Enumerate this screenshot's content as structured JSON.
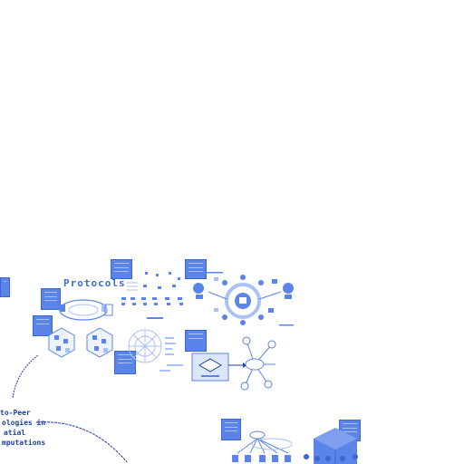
{
  "canvas": {
    "background": "#ffffff",
    "accent": "#5b84e8",
    "accent_dark": "#1d3f9c"
  },
  "topic": {
    "title": "Protocols"
  },
  "side_title": {
    "lines": [
      "to-Peer",
      "ologies in",
      "atial",
      "mputations"
    ]
  },
  "icons": [
    "sticky-note-icon",
    "hexagon-cube-icon",
    "network-hub-icon",
    "server-icon",
    "crowd-icon"
  ]
}
